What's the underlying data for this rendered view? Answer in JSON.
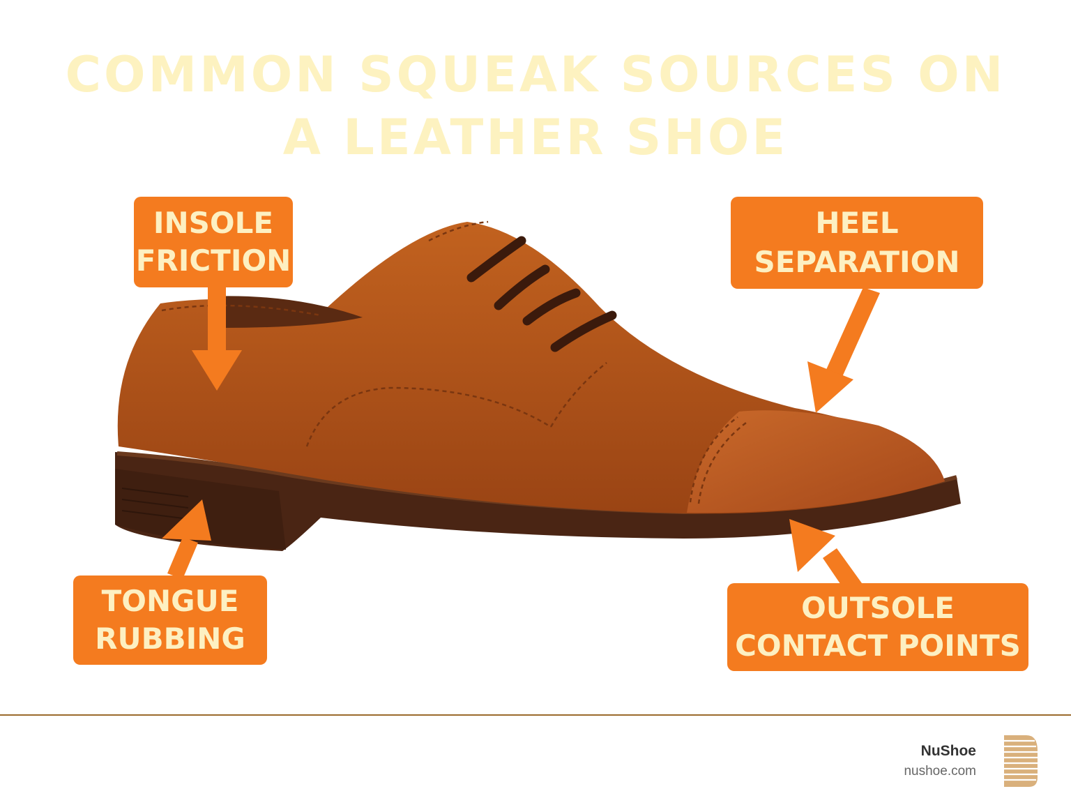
{
  "title": {
    "line1": "COMMON SQUEAK SOURCES ON",
    "line2": "A LEATHER SHOE"
  },
  "callouts": {
    "insole": {
      "line1": "INSOLE",
      "line2": "FRICTION"
    },
    "heel": {
      "line1": "HEEL",
      "line2": "SEPARATION"
    },
    "tongue": {
      "line1": "TONGUE",
      "line2": "RUBBING"
    },
    "outsole": {
      "line1": "OUTSOLE",
      "line2": "CONTACT POINTS"
    }
  },
  "footer": {
    "brand_name": "NuShoe",
    "brand_url": "nushoe.com",
    "logo_icon": "nushoe-logo-icon"
  },
  "colors": {
    "title": "#fdf2c0",
    "callout_bg": "#f47b1f",
    "callout_text": "#fdf0c2",
    "leather": "#b8581e",
    "sole": "#4a2514",
    "divider": "#9b6a2c"
  }
}
